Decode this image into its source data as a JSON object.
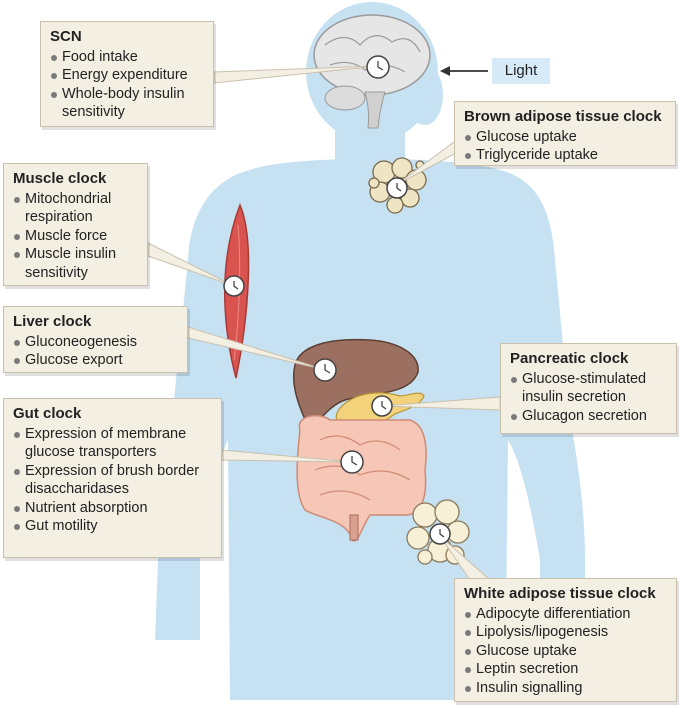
{
  "light_label": "Light",
  "boxes": {
    "scn": {
      "title": "SCN",
      "items": [
        "Food intake",
        "Energy expenditure",
        "Whole-body insulin sensitivity"
      ]
    },
    "brown": {
      "title": "Brown adipose tissue clock",
      "items": [
        "Glucose uptake",
        "Triglyceride uptake"
      ]
    },
    "muscle": {
      "title": "Muscle clock",
      "items": [
        "Mitochondrial respiration",
        "Muscle force",
        "Muscle insulin sensitivity"
      ]
    },
    "liver": {
      "title": "Liver clock",
      "items": [
        "Gluconeogenesis",
        "Glucose export"
      ]
    },
    "pancreatic": {
      "title": "Pancreatic clock",
      "items": [
        "Glucose-stimulated insulin secretion",
        "Glucagon secretion"
      ]
    },
    "gut": {
      "title": "Gut clock",
      "items": [
        "Expression of membrane glucose transporters",
        "Expression of brush border disaccharidases",
        "Nutrient absorption",
        "Gut motility"
      ]
    },
    "white": {
      "title": "White adipose tissue clock",
      "items": [
        "Adipocyte differentiation",
        "Lipolysis/lipogenesis",
        "Glucose uptake",
        "Leptin secretion",
        "Insulin signalling"
      ]
    }
  },
  "colors": {
    "body": "#c5e1f2",
    "box_fill": "#f4efe3",
    "box_border": "#c9c1ad",
    "muscle": "#d9534f",
    "liver": "#9b7060",
    "pancreas": "#f2d27a",
    "intestine": "#f6c7b7",
    "fat": "#efe4c4",
    "brain": "#e6e6e6",
    "light_label_bg": "#d6eaf7"
  }
}
